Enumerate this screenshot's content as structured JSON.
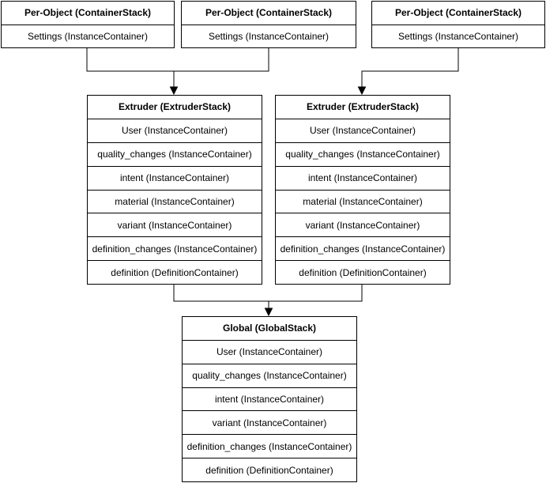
{
  "diagram": {
    "per_object_stacks": [
      {
        "title": "Per-Object (ContainerStack)",
        "rows": [
          "Settings (InstanceContainer)"
        ]
      },
      {
        "title": "Per-Object (ContainerStack)",
        "rows": [
          "Settings (InstanceContainer)"
        ]
      },
      {
        "title": "Per-Object (ContainerStack)",
        "rows": [
          "Settings (InstanceContainer)"
        ]
      }
    ],
    "extruder_stacks": [
      {
        "title": "Extruder (ExtruderStack)",
        "rows": [
          "User (InstanceContainer)",
          "quality_changes (InstanceContainer)",
          "intent (InstanceContainer)",
          "material (InstanceContainer)",
          "variant (InstanceContainer)",
          "definition_changes (InstanceContainer)",
          "definition (DefinitionContainer)"
        ]
      },
      {
        "title": "Extruder (ExtruderStack)",
        "rows": [
          "User (InstanceContainer)",
          "quality_changes (InstanceContainer)",
          "intent (InstanceContainer)",
          "material (InstanceContainer)",
          "variant (InstanceContainer)",
          "definition_changes (InstanceContainer)",
          "definition (DefinitionContainer)"
        ]
      }
    ],
    "global_stack": {
      "title": "Global (GlobalStack)",
      "rows": [
        "User (InstanceContainer)",
        "quality_changes (InstanceContainer)",
        "intent (InstanceContainer)",
        "variant (InstanceContainer)",
        "definition_changes (InstanceContainer)",
        "definition (DefinitionContainer)"
      ]
    },
    "colors": {
      "box_border": "#000000",
      "box_fill": "#ffffff",
      "text": "#000000",
      "connector_line": "#000000",
      "page_background": "#ffffff"
    }
  }
}
